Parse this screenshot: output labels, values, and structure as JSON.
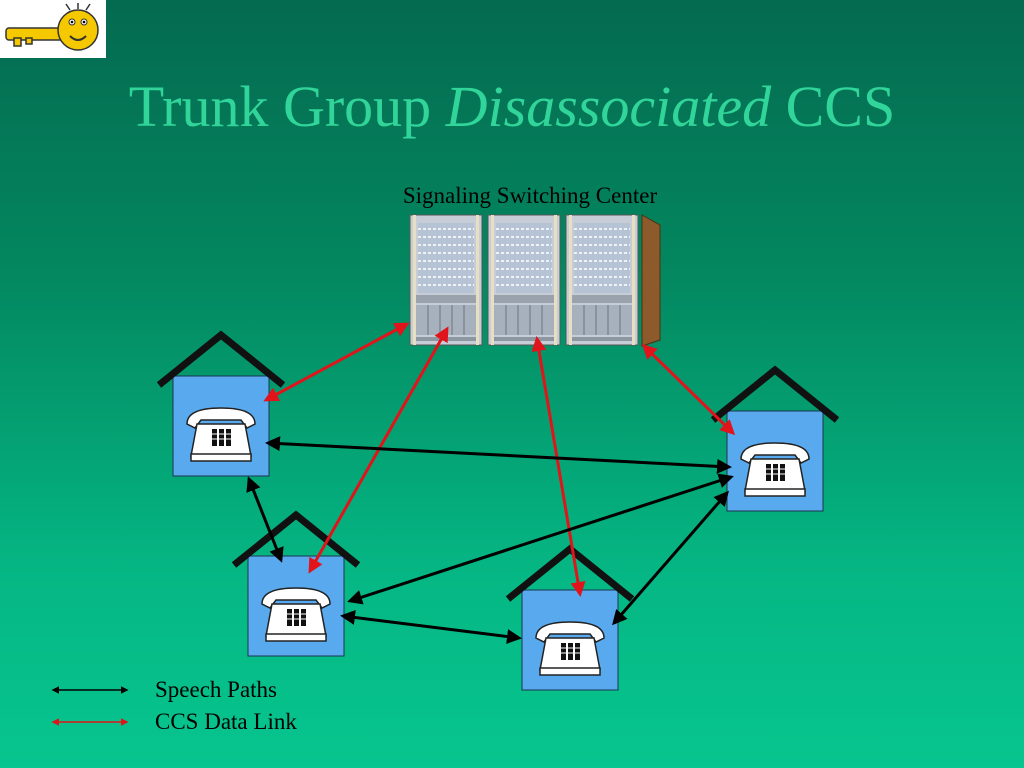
{
  "title": {
    "prefix": "Trunk Group ",
    "emphasis": "Disassociated",
    "suffix": " CCS"
  },
  "diagram": {
    "center_label": "Signaling Switching Center",
    "legend": {
      "speech": "Speech Paths",
      "ccs": "CCS Data Link"
    }
  },
  "colors": {
    "speech_path": "#000000",
    "ccs_link": "#e0141a",
    "house": "#59a9ef",
    "title": "#31d59a"
  },
  "icons": [
    "key-logo-icon",
    "switching-center-icon",
    "house-telephone-icon"
  ]
}
